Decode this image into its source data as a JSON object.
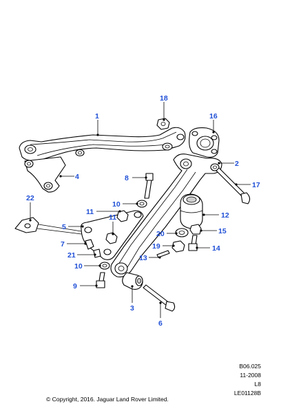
{
  "callouts": {
    "c1": "1",
    "c2": "2",
    "c3": "3",
    "c4": "4",
    "c5": "5",
    "c6": "6",
    "c7": "7",
    "c8": "8",
    "c9": "9",
    "c10a": "10",
    "c10b": "10",
    "c11a": "11",
    "c11b": "11",
    "c12": "12",
    "c13": "13",
    "c14": "14",
    "c15": "15",
    "c16": "16",
    "c17": "17",
    "c18": "18",
    "c19": "19",
    "c20": "20",
    "c21": "21",
    "c22": "22"
  },
  "reference": {
    "code": "B06.025",
    "date": "11-2008",
    "model": "L8",
    "illustration_id": "LE01128B"
  },
  "copyright": "© Copyright, 2016. Jaguar Land Rover Limited.",
  "colors": {
    "callout": "#1f4fd6",
    "line": "#000000",
    "background": "#ffffff"
  }
}
